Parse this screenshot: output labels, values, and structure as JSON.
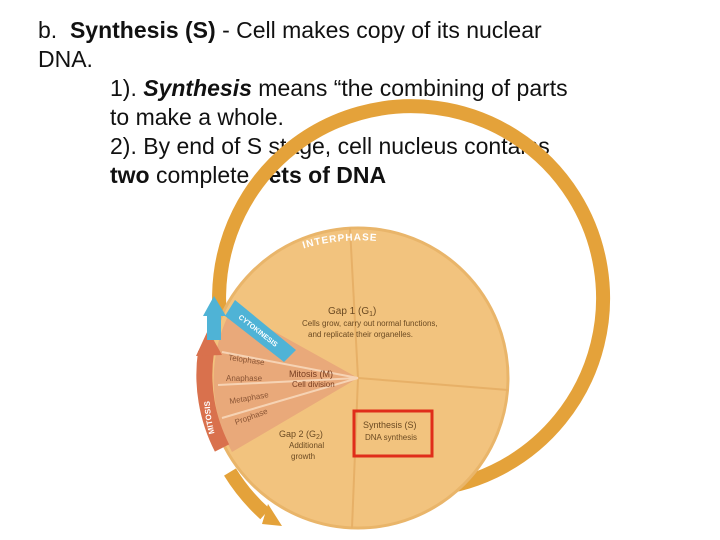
{
  "slide": {
    "heading_prefix": "b.",
    "heading_bold": "Synthesis (S)",
    "heading_rest": "- Cell makes copy of its nuclear",
    "heading_cont": "DNA.",
    "point1_num": "1).",
    "point1_term": "Synthesis",
    "point1_text": "means “the combining of parts",
    "point1_cont": "to make a whole.",
    "point2_text": "2). By end of S stage, cell nucleus contains",
    "point2_bold1": "two",
    "point2_mid": "complete",
    "point2_bold2": "sets of DNA"
  },
  "diagram": {
    "interphase_label": "INTERPHASE",
    "mitosis_label": "MITOSIS",
    "cytokinesis_label": "CYTOKINESIS",
    "g1_title": "Gap 1 (G",
    "g1_sub": "1",
    "g1_title_end": ")",
    "g1_desc_line1": "Cells grow, carry out normal functions,",
    "g1_desc_line2": "and replicate their organelles.",
    "s_title": "Synthesis (S)",
    "s_desc": "DNA synthesis",
    "g2_title": "Gap 2 (G",
    "g2_sub": "2",
    "g2_title_end": ")",
    "g2_desc_line1": "Additional",
    "g2_desc_line2": "growth",
    "m_title": "Mitosis (M)",
    "m_desc": "Cell division",
    "phases": [
      "Telophase",
      "Anaphase",
      "Metaphase",
      "Prophase"
    ],
    "colors": {
      "outer_ring": "#e4a23a",
      "disc": "#f2c37e",
      "disc_edge": "#e9b56a",
      "mitosis_wedge": "#e9a97a",
      "mitosis_arrow": "#d9714d",
      "cytokinesis_arrow": "#4fb3d6",
      "highlight_box": "#e02d1a",
      "wedge_text": "#8a5535",
      "disc_text": "#6b4a22"
    }
  }
}
